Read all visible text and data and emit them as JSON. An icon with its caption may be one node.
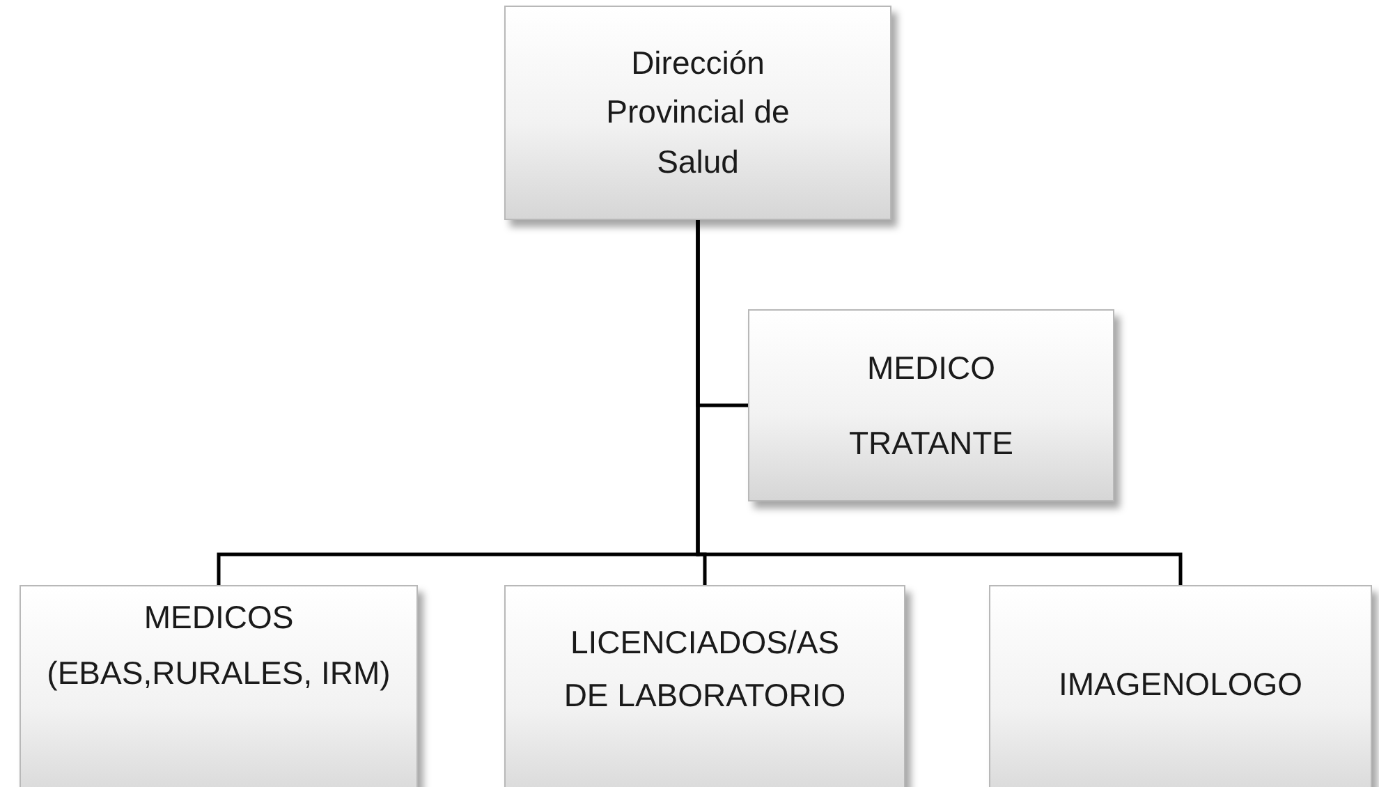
{
  "diagram": {
    "nodes": [
      {
        "text": [
          "Dirección Provincial de Salud"
        ]
      },
      {
        "text": [
          "MEDICO TRATANTE"
        ]
      },
      {
        "text": [
          "MEDICOS",
          "(EBAS,RURALES, IRM)"
        ]
      },
      {
        "text": [
          "LICENCIADOS/AS DE LABORATORIO"
        ]
      },
      {
        "text": [
          "IMAGENOLOGO"
        ]
      }
    ],
    "edges": [
      {
        "from": 0,
        "to": 1,
        "arrow": "none"
      },
      {
        "from": 0,
        "to": 2,
        "arrow": "none"
      },
      {
        "from": 0,
        "to": 3,
        "arrow": "none"
      },
      {
        "from": 0,
        "to": 4,
        "arrow": "none"
      }
    ]
  }
}
